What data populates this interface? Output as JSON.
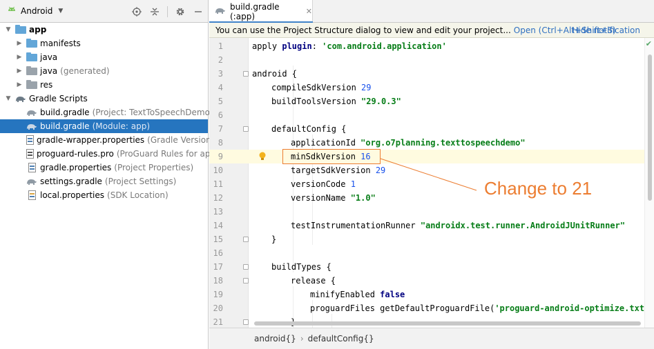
{
  "project_panel": {
    "title": "Android",
    "tree": [
      {
        "label": "app",
        "hint": ""
      },
      {
        "label": "manifests",
        "hint": ""
      },
      {
        "label": "java",
        "hint": ""
      },
      {
        "label": "java",
        "hint": "(generated)"
      },
      {
        "label": "res",
        "hint": ""
      },
      {
        "label": "Gradle Scripts",
        "hint": ""
      },
      {
        "label": "build.gradle",
        "hint": "(Project: TextToSpeechDemo)"
      },
      {
        "label": "build.gradle",
        "hint": "(Module: app)"
      },
      {
        "label": "gradle-wrapper.properties",
        "hint": "(Gradle Version)"
      },
      {
        "label": "proguard-rules.pro",
        "hint": "(ProGuard Rules for app)"
      },
      {
        "label": "gradle.properties",
        "hint": "(Project Properties)"
      },
      {
        "label": "settings.gradle",
        "hint": "(Project Settings)"
      },
      {
        "label": "local.properties",
        "hint": "(SDK Location)"
      }
    ]
  },
  "editor": {
    "tab_label": "build.gradle (:app)",
    "banner": {
      "message": "You can use the Project Structure dialog to view and edit your project...",
      "open_link": "Open (Ctrl+Alt+Shift+S)",
      "hide_link": "Hide notification"
    },
    "line_numbers": [
      "1",
      "2",
      "3",
      "4",
      "5",
      "6",
      "7",
      "8",
      "9",
      "10",
      "11",
      "12",
      "13",
      "14",
      "15",
      "16",
      "17",
      "18",
      "19",
      "20",
      "21"
    ],
    "breadcrumb": [
      "android{}",
      "defaultConfig{}"
    ]
  },
  "code": {
    "l1_a": "apply ",
    "l1_kw": "plugin",
    "l1_b": ": ",
    "l1_str": "'com.android.application'",
    "l3": "android {",
    "l4_a": "compileSdkVersion ",
    "l4_num": "29",
    "l5_a": "buildToolsVersion ",
    "l5_str": "\"29.0.3\"",
    "l7": "defaultConfig {",
    "l8_a": "applicationId ",
    "l8_str": "\"org.o7planning.texttospeechdemo\"",
    "l9_a": "minSdkVersion ",
    "l9_num": "16",
    "l10_a": "targetSdkVersion ",
    "l10_num": "29",
    "l11_a": "versionCode ",
    "l11_num": "1",
    "l12_a": "versionName ",
    "l12_str": "\"1.0\"",
    "l14_a": "testInstrumentationRunner ",
    "l14_str": "\"androidx.test.runner.AndroidJUnitRunner\"",
    "l15": "}",
    "l17": "buildTypes {",
    "l18": "release {",
    "l19_a": "minifyEnabled ",
    "l19_kw": "false",
    "l20_a": "proguardFiles getDefaultProguardFile(",
    "l20_str": "'proguard-android-optimize.txt'",
    "l20_b": "),",
    "l21": "}"
  },
  "annotation": {
    "text": "Change to 21",
    "color": "#ec7d31"
  }
}
